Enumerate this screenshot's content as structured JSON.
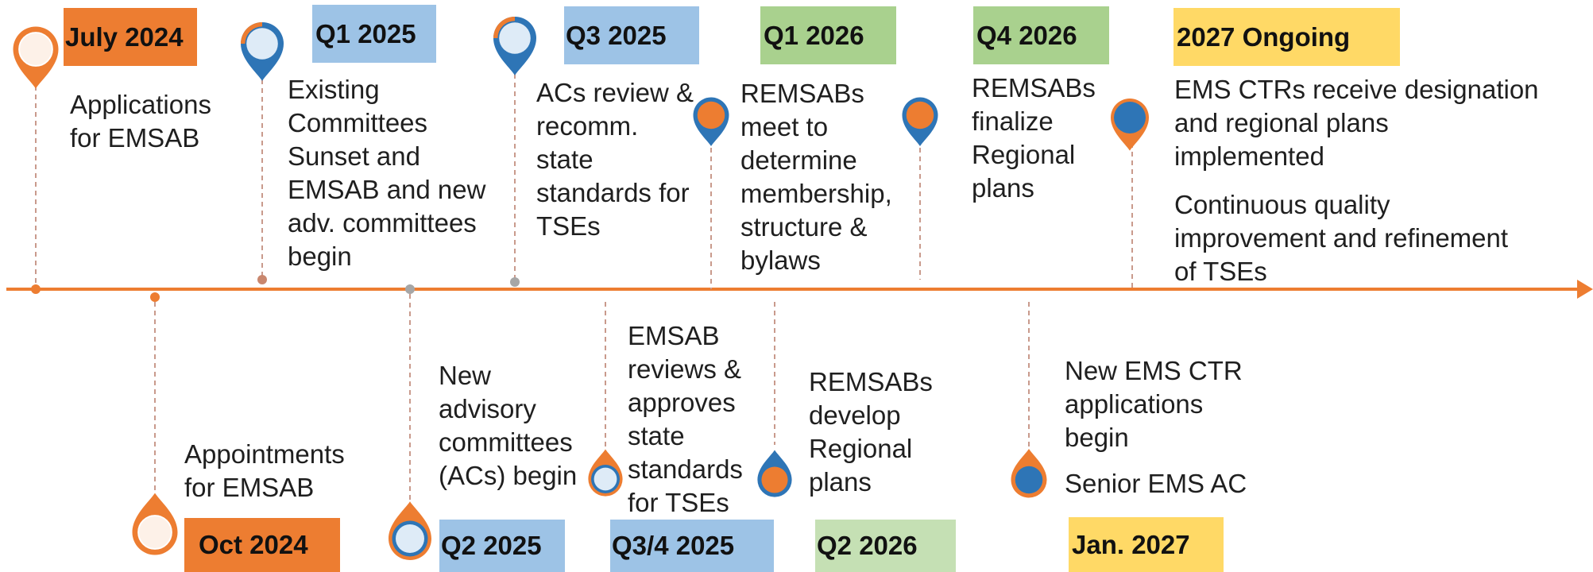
{
  "colors": {
    "axis": "#ed7d31",
    "orange_badge": "#ed7d31",
    "blue_badge": "#9dc3e6",
    "green_badge": "#a9d18e",
    "light_green_badge": "#c5e0b4",
    "yellow_badge": "#ffd966",
    "pin_orange": "#ed7d31",
    "pin_blue": "#2e75b6",
    "pin_light": "#deebf7",
    "connector": "#c99a8c"
  },
  "events_top": [
    {
      "id": "jul-2024",
      "date": "July 2024",
      "pin": "orange-light",
      "lines": [
        "Applications",
        "for EMSAB"
      ]
    },
    {
      "id": "q1-2025",
      "date": "Q1 2025",
      "pin": "blue-light",
      "lines": [
        "Existing",
        "Committees",
        "Sunset and",
        "EMSAB and new",
        "adv. committees",
        "begin"
      ]
    },
    {
      "id": "q3-2025",
      "date": "Q3 2025",
      "pin": "blue-light",
      "lines": [
        "ACs review &",
        "recomm.",
        "state",
        "standards for",
        "TSEs"
      ]
    },
    {
      "id": "q1-2026",
      "date": "Q1 2026",
      "pin": "blue-orange",
      "lines": [
        "REMSABs",
        "meet to",
        "determine",
        "membership,",
        "structure &",
        "bylaws"
      ]
    },
    {
      "id": "q4-2026",
      "date": "Q4 2026",
      "pin": "blue-orange",
      "lines": [
        "REMSABs",
        "finalize",
        "Regional",
        "plans"
      ]
    },
    {
      "id": "2027-ongoing",
      "date": "2027 Ongoing",
      "pin": "orange-blue",
      "lines": [
        "EMS CTRs receive designation",
        "and regional plans",
        "implemented"
      ],
      "lines2": [
        "Continuous quality",
        "improvement and refinement",
        "of TSEs"
      ]
    }
  ],
  "events_bottom": [
    {
      "id": "oct-2024",
      "date": "Oct 2024",
      "pin": "orange-light",
      "lines": [
        "Appointments",
        "for EMSAB"
      ]
    },
    {
      "id": "q2-2025",
      "date": "Q2 2025",
      "pin": "orange-light-blue",
      "lines": [
        "New",
        "advisory",
        "committees",
        "(ACs) begin"
      ]
    },
    {
      "id": "q34-2025",
      "date": "Q3/4 2025",
      "pin": "orange-light-blue",
      "lines": [
        "EMSAB",
        "reviews &",
        "approves",
        "state",
        "standards",
        "for TSEs"
      ]
    },
    {
      "id": "q2-2026",
      "date": "Q2 2026",
      "pin": "blue-orange",
      "lines": [
        "REMSABs",
        "develop",
        "Regional",
        "plans"
      ]
    },
    {
      "id": "jan-2027",
      "date": "Jan. 2027",
      "pin": "orange-blue",
      "lines": [
        "New EMS CTR",
        "applications",
        "begin"
      ],
      "lines2": [
        "Senior EMS AC"
      ]
    }
  ]
}
